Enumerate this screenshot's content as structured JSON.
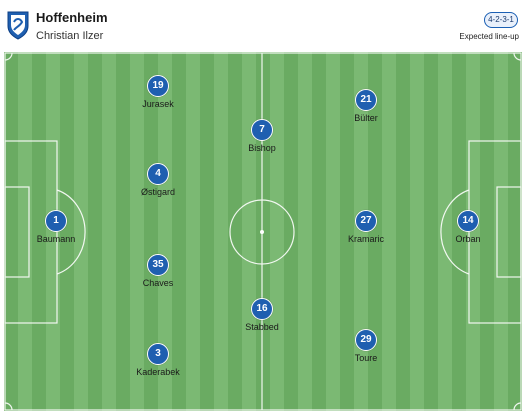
{
  "team": {
    "name": "Hoffenheim",
    "coach": "Christian Ilzer",
    "formation": "4-2-3-1",
    "lineup_status": "Expected line-up",
    "crest_icon": "hoffenheim-crest-icon",
    "colors": {
      "primary": "#1f5fb0",
      "pitch_light": "#7bb973",
      "pitch_dark": "#6aab62"
    }
  },
  "players": [
    {
      "number": "1",
      "name": "Baumann"
    },
    {
      "number": "19",
      "name": "Jurasek"
    },
    {
      "number": "4",
      "name": "Østigard"
    },
    {
      "number": "35",
      "name": "Chaves"
    },
    {
      "number": "3",
      "name": "Kaderabek"
    },
    {
      "number": "7",
      "name": "Bishop"
    },
    {
      "number": "16",
      "name": "Stabbed"
    },
    {
      "number": "21",
      "name": "Bülter"
    },
    {
      "number": "27",
      "name": "Kramaric"
    },
    {
      "number": "29",
      "name": "Toure"
    },
    {
      "number": "14",
      "name": "Orban"
    }
  ]
}
